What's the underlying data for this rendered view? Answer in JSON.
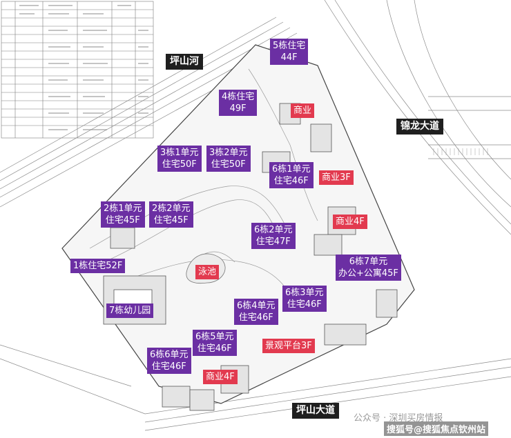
{
  "roads": {
    "pingshan_river": "坪山河",
    "jinlong_avenue": "锦龙大道",
    "pingshan_avenue": "坪山大道"
  },
  "buildings": {
    "b5": [
      "5栋住宅",
      "44F"
    ],
    "b4": [
      "4栋住宅",
      "49F"
    ],
    "b3u1": [
      "3栋1单元",
      "住宅50F"
    ],
    "b3u2": [
      "3栋2单元",
      "住宅50F"
    ],
    "b6u1": [
      "6栋1单元",
      "住宅46F"
    ],
    "b2u1": [
      "2栋1单元",
      "住宅45F"
    ],
    "b2u2": [
      "2栋2单元",
      "住宅45F"
    ],
    "b6u2": [
      "6栋2单元",
      "住宅47F"
    ],
    "b1": "1栋住宅52F",
    "b6u7": [
      "6栋7单元",
      "办公+公寓45F"
    ],
    "b7": "7栋幼儿园",
    "b6u3": [
      "6栋3单元",
      "住宅46F"
    ],
    "b6u4": [
      "6栋4单元",
      "住宅46F"
    ],
    "b6u5": [
      "6栋5单元",
      "住宅46F"
    ],
    "b6u6": [
      "6栋6单元",
      "住宅46F"
    ]
  },
  "facilities": {
    "commercial": "商业",
    "commercial_3f": "商业3F",
    "commercial_4f_east": "商业4F",
    "pool": "泳池",
    "viewing_platform": "景观平台3F",
    "commercial_4f_south": "商业4F"
  },
  "watermark": {
    "wechat": "公众号 · 深圳买房情报",
    "sohu": "搜狐号@搜狐焦点钦州站"
  },
  "colors": {
    "residential_label": "#6b2fa3",
    "commercial_label": "#e23a4f",
    "road_label": "#1f1f1f"
  }
}
